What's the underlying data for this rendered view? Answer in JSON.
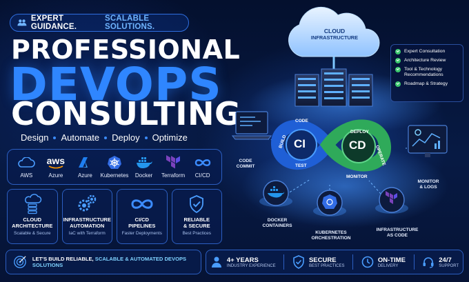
{
  "badge": {
    "part1": "EXPERT GUIDANCE.",
    "part2": "SCALABLE SOLUTIONS."
  },
  "title": {
    "line1": "PROFESSIONAL",
    "line2": "DEVOPS",
    "line3": "CONSULTING"
  },
  "tagline": [
    "Design",
    "Automate",
    "Deploy",
    "Optimize"
  ],
  "tools": [
    "AWS",
    "Azure",
    "Azure",
    "Kubernetes",
    "Docker",
    "Terraform",
    "CI/CD"
  ],
  "tools_aws_logo": "aws",
  "services": [
    {
      "title": "CLOUD\nARCHITECTURE",
      "subtitle": "Scalable & Secure",
      "icon": "cloud-stack-icon"
    },
    {
      "title": "INFRASTRUCTURE\nAUTOMATION",
      "subtitle": "IaC with Terraform",
      "icon": "gears-icon"
    },
    {
      "title": "CI/CD\nPIPELINES",
      "subtitle": "Faster Deployments",
      "icon": "infinity-icon"
    },
    {
      "title": "RELIABLE\n& SECURE",
      "subtitle": "Best Practices",
      "icon": "shield-check-icon"
    }
  ],
  "cta": {
    "text": "LET'S BUILD RELIABLE,",
    "highlight": "SCALABLE & AUTOMATED DEVOPS SOLUTIONS"
  },
  "stats": [
    {
      "value": "4+ YEARS",
      "label": "INDUSTRY EXPERIENCE",
      "icon": "person-icon"
    },
    {
      "value": "SECURE",
      "label": "BEST PRACTICES",
      "icon": "shield-check-icon"
    },
    {
      "value": "ON-TIME",
      "label": "DELIVERY",
      "icon": "clock-icon"
    },
    {
      "value": "24/7",
      "label": "SUPPORT",
      "icon": "headset-icon"
    }
  ],
  "cloud": {
    "line1": "CLOUD",
    "line2": "INFRASTRUCTURE"
  },
  "checklist": [
    "Expert Consultation",
    "Architecture Review",
    "Tool & Technology Recommendations",
    "Roadmap & Strategy"
  ],
  "pipeline": {
    "ci": "CI",
    "cd": "CD",
    "ci_steps": [
      "CODE",
      "BUILD",
      "TEST"
    ],
    "cd_steps": [
      "DEPLOY",
      "OPERATE",
      "MONITOR"
    ]
  },
  "diagram_labels": {
    "code_commit": "CODE\nCOMMIT",
    "monitor_logs": "MONITOR\n& LOGS",
    "docker": "DOCKER\nCONTAINERS",
    "kubernetes": "KUBERNETES\nORCHESTRATION",
    "iac": "INFRASTRUCTURE\nAS CODE"
  },
  "colors": {
    "accent": "#2f86ff",
    "ci_blue": "#1f5fd6",
    "cd_green": "#2faa5a",
    "check_green": "#3bc76e",
    "highlight_cyan": "#7fd2ff"
  }
}
